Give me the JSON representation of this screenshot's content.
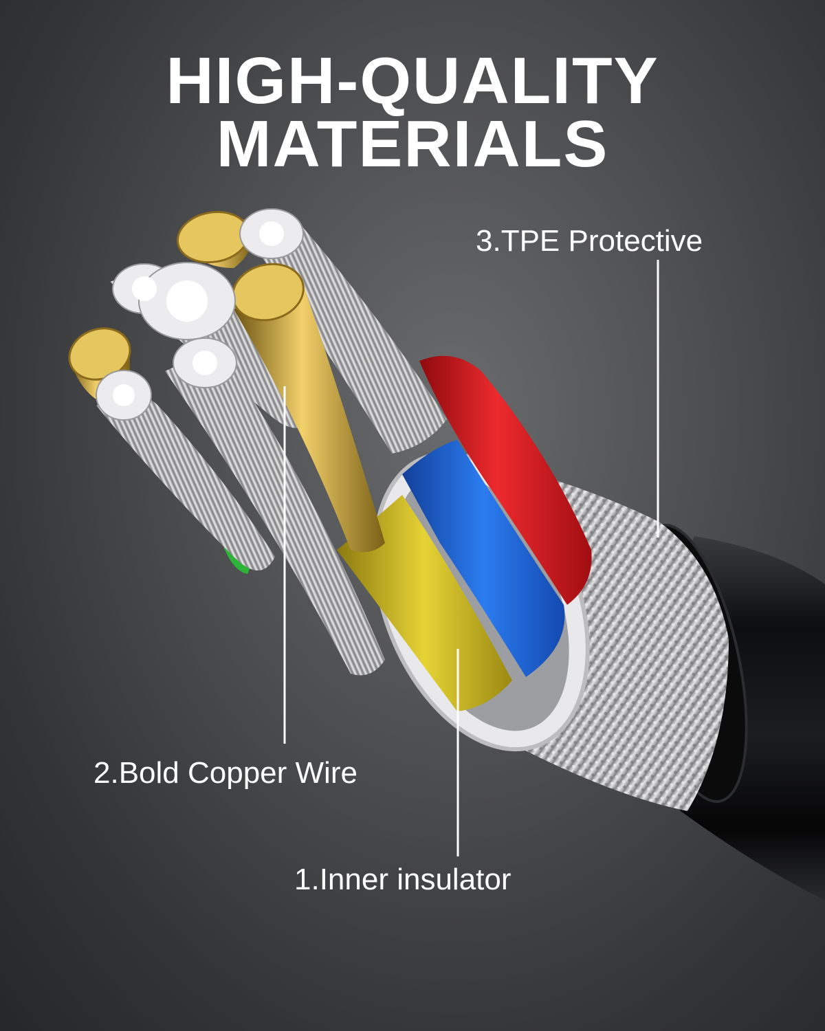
{
  "headline": {
    "line1": "HIGH-QUALITY",
    "line2": "MATERIALS"
  },
  "callouts": {
    "tpe": "3.TPE Protective",
    "copper": "2.Bold Copper Wire",
    "insulator": "1.Inner insulator"
  },
  "colors": {
    "background": "#4d4e50",
    "jacket": "#111214",
    "braid": "#cfcfd1",
    "sleeve": "#e8e8ea",
    "wire_red": "#d8141a",
    "wire_blue": "#1f6be0",
    "wire_yellow": "#d9c21d",
    "wire_green": "#2fb43a",
    "gold": "#d8b54a",
    "silver": "#d9d9db"
  }
}
